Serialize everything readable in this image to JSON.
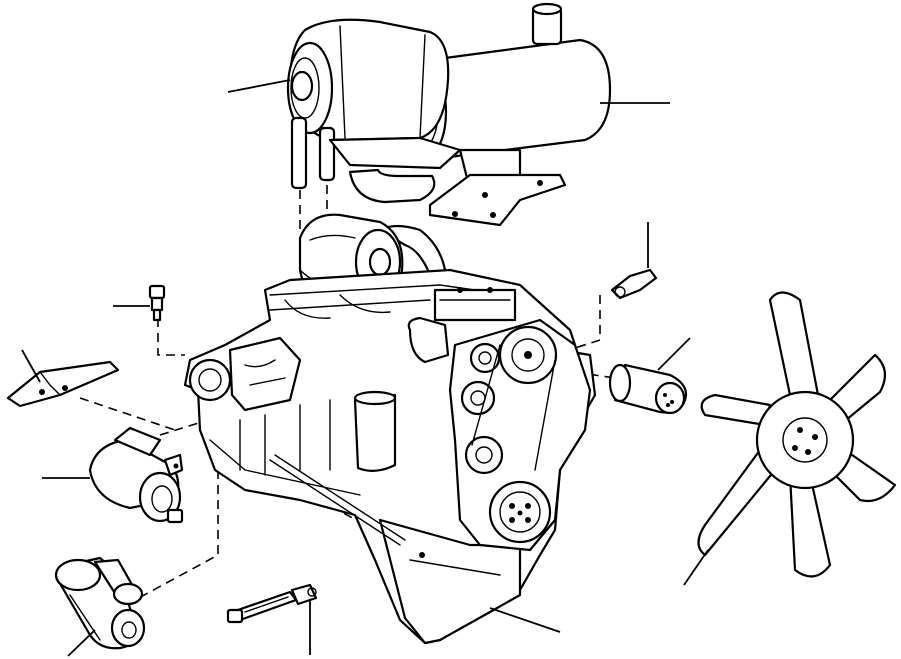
{
  "diagram": {
    "parts": [
      {
        "name": "air-cleaner",
        "icon": "air-cleaner-icon"
      },
      {
        "name": "muffler",
        "icon": "muffler-icon"
      },
      {
        "name": "turbocharger",
        "icon": "turbocharger-icon"
      },
      {
        "name": "oil-pressure-switch",
        "icon": "sensor-icon"
      },
      {
        "name": "water-temperature-sensor",
        "icon": "sensor-icon"
      },
      {
        "name": "engine-mounting-bracket",
        "icon": "bracket-icon"
      },
      {
        "name": "alternator",
        "icon": "alternator-icon"
      },
      {
        "name": "starting-motor",
        "icon": "starter-icon"
      },
      {
        "name": "glow-plug",
        "icon": "glow-plug-icon"
      },
      {
        "name": "oil-filter",
        "icon": "filter-icon"
      },
      {
        "name": "fan",
        "icon": "fan-icon"
      },
      {
        "name": "engine-block",
        "icon": "engine-icon"
      }
    ],
    "colors": {
      "line": "#000000",
      "background": "#ffffff"
    }
  }
}
